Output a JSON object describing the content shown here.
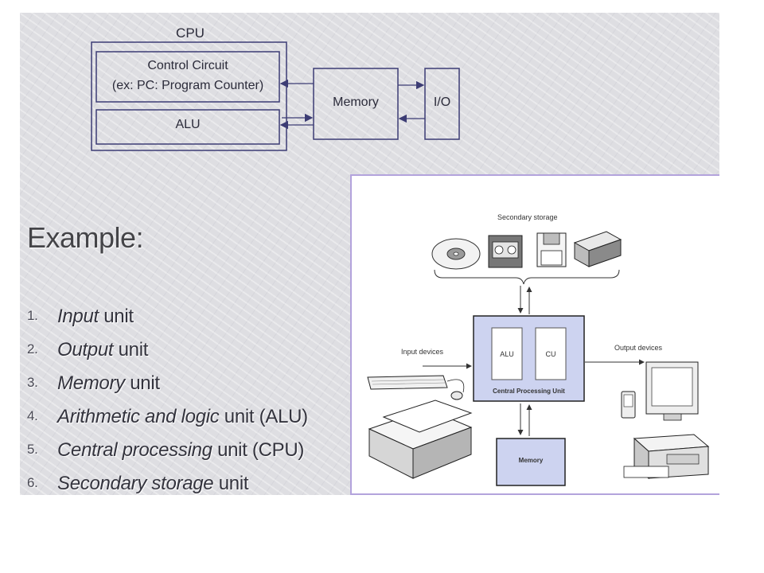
{
  "cpu_diagram": {
    "cpu_label": "CPU",
    "control_circuit_line1": "Control Circuit",
    "control_circuit_line2": "(ex: PC: Program Counter)",
    "alu_label": "ALU",
    "memory_label": "Memory",
    "io_label": "I/O",
    "line_color": "#3c3c74"
  },
  "example": {
    "title": "Example:",
    "items": [
      {
        "number": "1.",
        "emphasis": "Input",
        "rest": " unit"
      },
      {
        "number": "2.",
        "emphasis": "Output",
        "rest": " unit"
      },
      {
        "number": "3.",
        "emphasis": "Memory",
        "rest": " unit"
      },
      {
        "number": "4.",
        "emphasis": "Arithmetic and logic",
        "rest": " unit (ALU)"
      },
      {
        "number": "5.",
        "emphasis": "Central processing",
        "rest": " unit (CPU)"
      },
      {
        "number": "6.",
        "emphasis": "Secondary storage",
        "rest": " unit"
      }
    ]
  },
  "computer_figure": {
    "secondary_storage": "Secondary storage",
    "input_devices": "Input devices",
    "output_devices": "Output devices",
    "alu": "ALU",
    "cu": "CU",
    "cpu_caption": "Central Processing Unit",
    "memory": "Memory",
    "box_fill": "#cdd3f0",
    "border_color": "#b3a3dc",
    "storage_icons": [
      "cd-disc-icon",
      "tape-cassette-icon",
      "floppy-disk-icon",
      "disk-drive-icon"
    ],
    "input_icons": [
      "keyboard-icon",
      "mouse-icon",
      "scanner-icon"
    ],
    "output_icons": [
      "handheld-device-icon",
      "monitor-icon",
      "printer-icon"
    ]
  }
}
